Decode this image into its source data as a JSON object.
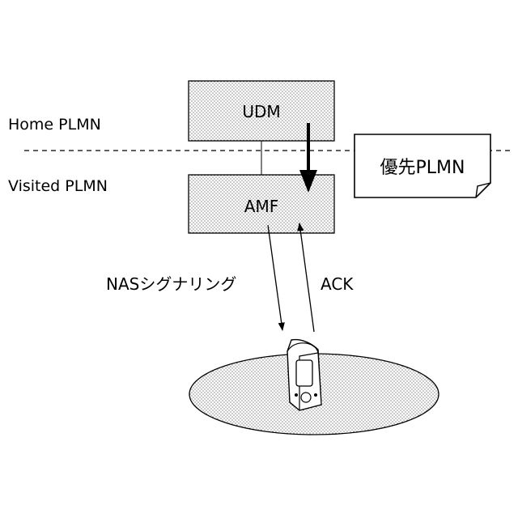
{
  "regions": {
    "home": "Home PLMN",
    "visited": "Visited PLMN"
  },
  "nodes": {
    "udm": "UDM",
    "amf": "AMF"
  },
  "document": {
    "label": "優先PLMN"
  },
  "messages": {
    "nas": "NASシグナリング",
    "ack": "ACK"
  },
  "icons": {
    "device": "mobile-phone-icon",
    "coverage": "cell-coverage-area"
  },
  "colors": {
    "stroke": "#000000",
    "fill": "#ffffff",
    "dots": "#000000"
  }
}
